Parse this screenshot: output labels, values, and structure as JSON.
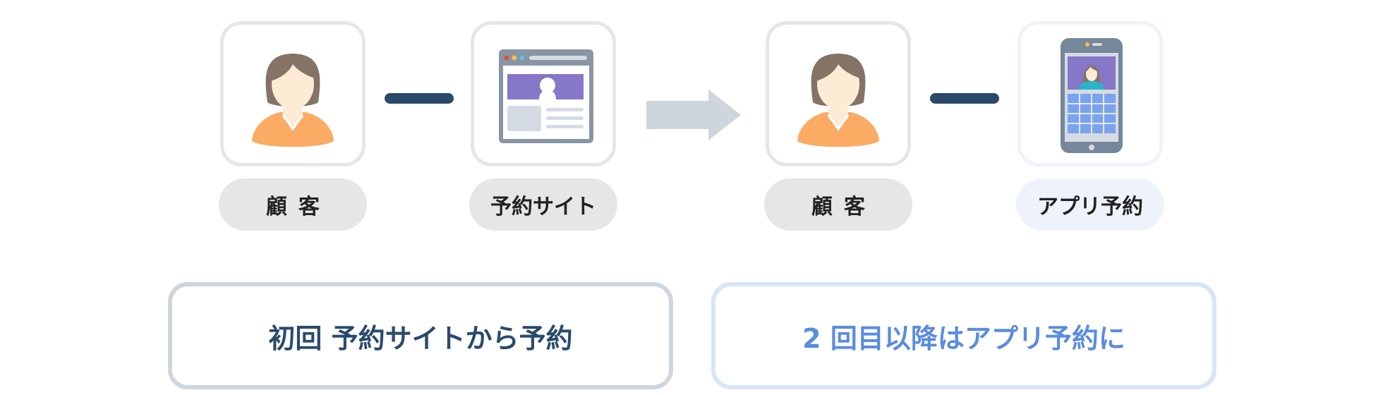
{
  "flow_before": {
    "customer_label": "顧客",
    "site_label": "予約サイト"
  },
  "flow_after": {
    "customer_label": "顧客",
    "app_label": "アプリ予約"
  },
  "notes": {
    "first_visit": "初回 予約サイトから予約",
    "repeat_visit": "2 回目以降はアプリ予約に"
  },
  "icons": {
    "customer": "woman-avatar-icon",
    "site": "browser-window-icon",
    "app": "smartphone-app-icon",
    "transition": "right-arrow-icon"
  },
  "colors": {
    "navy": "#2a4a6c",
    "blue_text": "#5a8ce0",
    "light_gray": "#e6e6e6",
    "light_blue": "#eef2fb",
    "purple": "#8677c8",
    "orange": "#fbab63"
  }
}
